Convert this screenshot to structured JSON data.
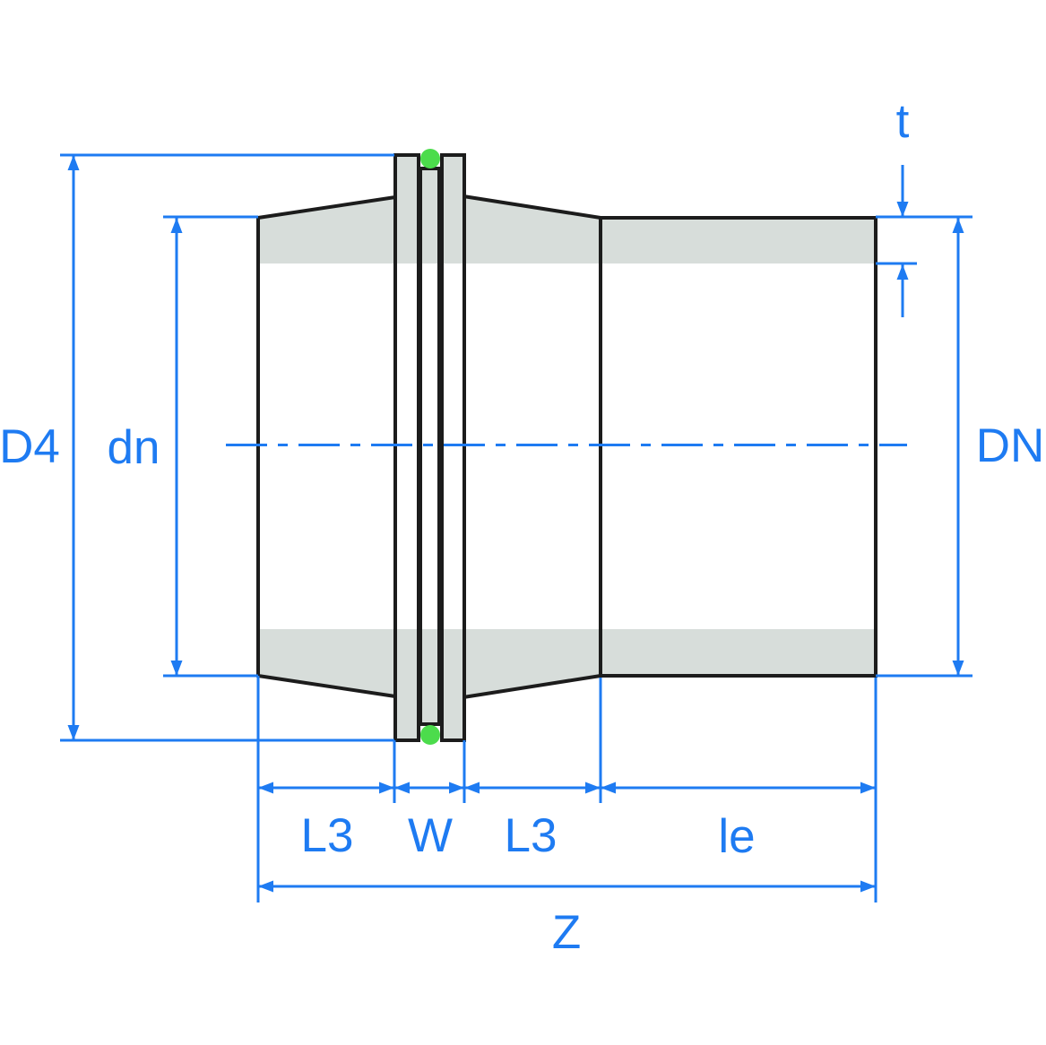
{
  "diagram": {
    "labels": {
      "d4": "D4",
      "dn_small": "dn",
      "dn_nominal": "DN",
      "t": "t",
      "l3_left": "L3",
      "w": "W",
      "l3_right": "L3",
      "le": "le",
      "z": "Z"
    },
    "colors": {
      "dimension_blue": "#1e7bf2",
      "body_gray": "#d7ddda",
      "outline_black": "#1c1c1c",
      "seal_green": "#4cdc4c",
      "background": "#ffffff"
    }
  }
}
